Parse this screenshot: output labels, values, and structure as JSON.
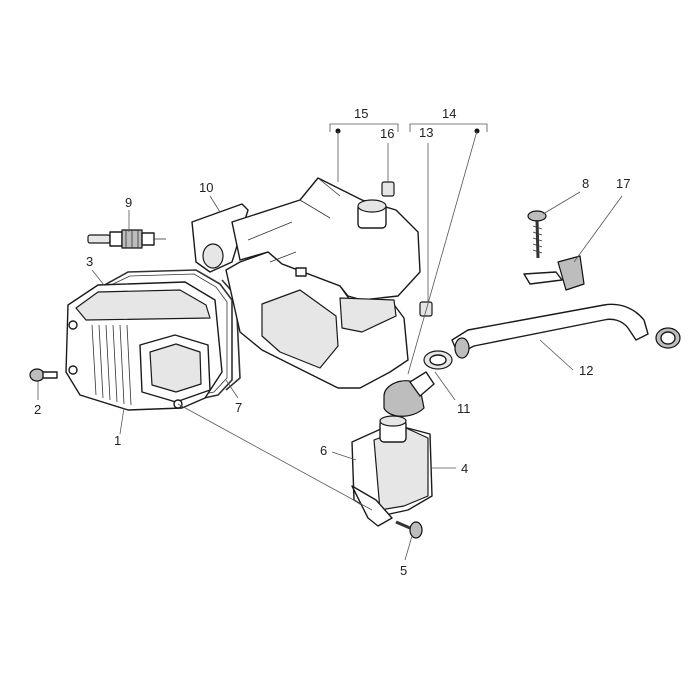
{
  "callouts": {
    "c1": "1",
    "c2": "2",
    "c3": "3",
    "c4": "4",
    "c5": "5",
    "c6": "6",
    "c7": "7",
    "c8": "8",
    "c9": "9",
    "c10": "10",
    "c11": "11",
    "c12": "12",
    "c13": "13",
    "c14": "14",
    "c15": "15",
    "c16": "16",
    "c17": "17"
  },
  "colors": {
    "line": "#555555",
    "outline": "#1a1a1a",
    "background": "#ffffff"
  }
}
